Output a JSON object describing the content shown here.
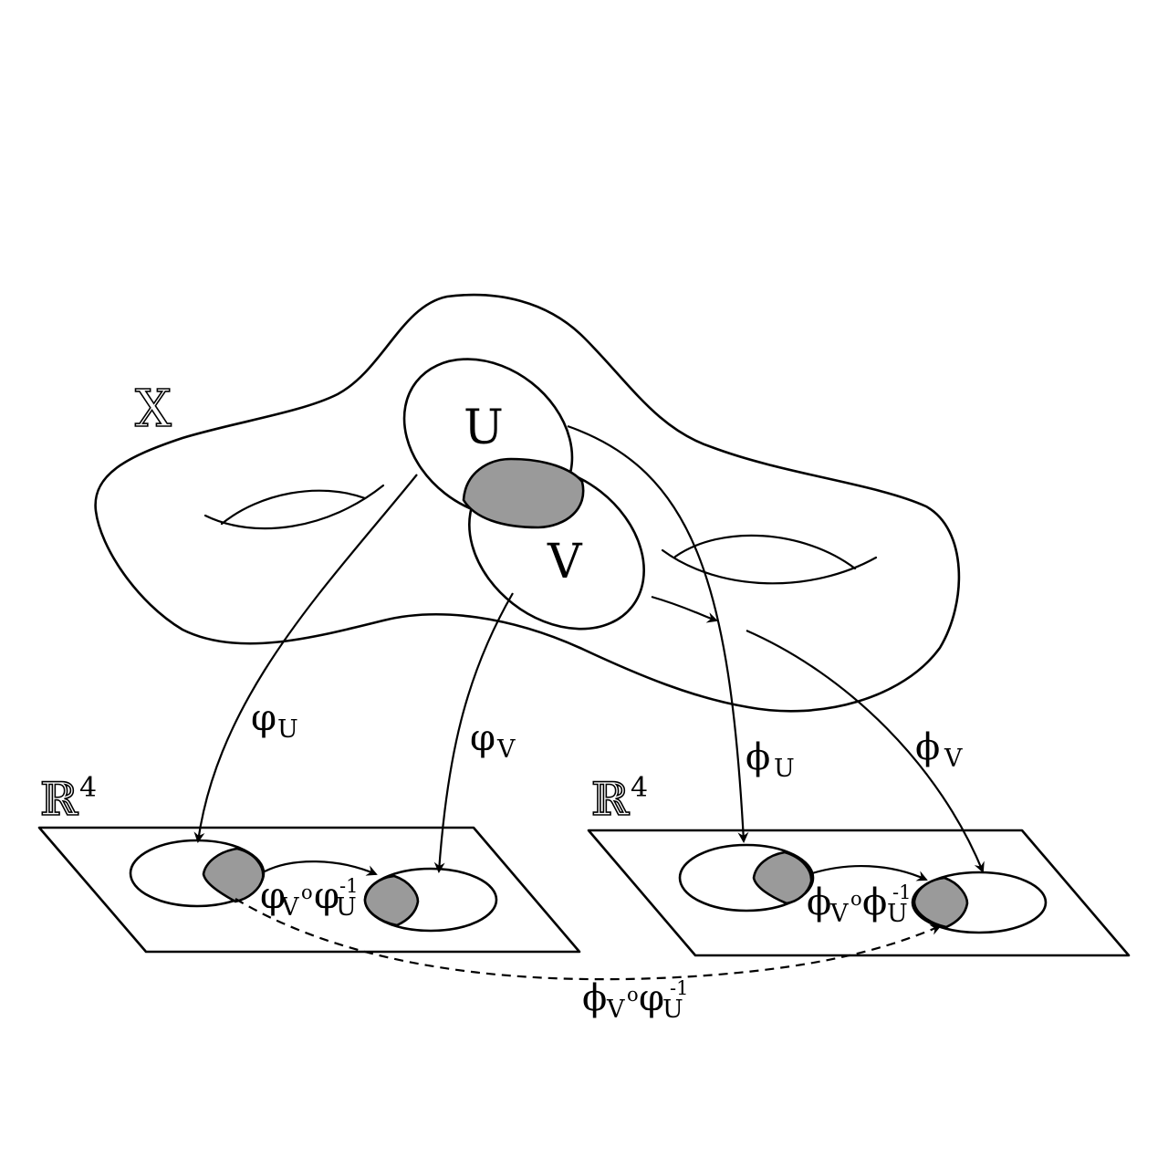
{
  "space": {
    "label": "X"
  },
  "open_sets": {
    "u": "U",
    "v": "V"
  },
  "charts": {
    "phi_u": {
      "symbol": "φ",
      "sub": "U"
    },
    "phi_v": {
      "symbol": "φ",
      "sub": "V"
    },
    "psi_u": {
      "symbol": "ϕ",
      "sub": "U"
    },
    "psi_v": {
      "symbol": "ϕ",
      "sub": "V"
    }
  },
  "planes": {
    "left": {
      "symbol": "ℝ",
      "exp": "4"
    },
    "right": {
      "symbol": "ℝ",
      "exp": "4"
    }
  },
  "transitions": {
    "left": {
      "f": "φ",
      "f_sub": "V",
      "comp": "o",
      "g": "φ",
      "g_sub": "U",
      "inv": "-1"
    },
    "right": {
      "f": "ϕ",
      "f_sub": "V",
      "comp": "o",
      "g": "ϕ",
      "g_sub": "U",
      "inv": "-1"
    },
    "cross": {
      "f": "ϕ",
      "f_sub": "V",
      "comp": "o",
      "g": "φ",
      "g_sub": "U",
      "inv": "-1"
    }
  },
  "colors": {
    "stroke": "#000000",
    "overlap_fill": "#9a9a9a",
    "background": "#ffffff"
  }
}
